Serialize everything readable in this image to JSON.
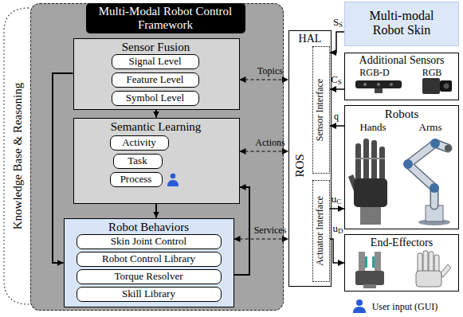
{
  "diagram": {
    "nodes": [
      {
        "text": [
          "Multi-Modal Robot Control Framework"
        ]
      },
      {
        "text": [
          "Sensor Fusion"
        ],
        "in": 0
      },
      {
        "text": [
          "Signal Level"
        ],
        "in": 1
      },
      {
        "text": [
          "Feature Level"
        ],
        "in": 1
      },
      {
        "text": [
          "Symbol Level"
        ],
        "in": 1
      },
      {
        "text": [
          "Semantic Learning"
        ],
        "in": 0
      },
      {
        "text": [
          "Activity"
        ],
        "in": 5
      },
      {
        "text": [
          "Task"
        ],
        "in": 5
      },
      {
        "text": [
          "Process"
        ],
        "in": 5
      },
      {
        "text": [
          "Robot Behaviors"
        ],
        "in": 0
      },
      {
        "text": [
          "Skin Joint Control"
        ],
        "in": 9
      },
      {
        "text": [
          "Robot Control Library"
        ],
        "in": 9
      },
      {
        "text": [
          "Torque Resolver"
        ],
        "in": 9
      },
      {
        "text": [
          "Skill Library"
        ],
        "in": 9
      },
      {
        "text": [
          "HAL",
          "ROS"
        ]
      },
      {
        "text": [
          "Sensor Interface"
        ],
        "in": 14
      },
      {
        "text": [
          "Actuator Interface"
        ],
        "in": 14
      },
      {
        "text": [
          "Multi-modal Robot Skin"
        ]
      },
      {
        "text": [
          "Additional Sensors",
          "RGB-D",
          "RGB"
        ]
      },
      {
        "text": [
          "Robots",
          "Hands",
          "Arms"
        ]
      },
      {
        "text": [
          "End-Effectors"
        ]
      }
    ],
    "edges": [
      {
        "from": 1,
        "to": 5,
        "arrow": "to"
      },
      {
        "from": 5,
        "to": 9,
        "arrow": "to"
      },
      {
        "from": 1,
        "to": 9,
        "arrow": "to"
      },
      {
        "from": 9,
        "to": 5,
        "arrow": "to"
      },
      {
        "from": 1,
        "to": 14,
        "arrow": "both",
        "label": "Topics"
      },
      {
        "from": 5,
        "to": 14,
        "arrow": "both",
        "label": "Actions"
      },
      {
        "from": 9,
        "to": 14,
        "arrow": "both",
        "label": "Services"
      },
      {
        "from": 17,
        "to": 15,
        "arrow": "to",
        "label": "SS"
      },
      {
        "from": 18,
        "to": 15,
        "arrow": "to",
        "label": "CS"
      },
      {
        "from": 19,
        "to": 15,
        "arrow": "to",
        "label": "q"
      },
      {
        "from": 16,
        "to": 19,
        "arrow": "to",
        "label": "uC"
      },
      {
        "from": 16,
        "to": 20,
        "arrow": "to",
        "label": "uD"
      }
    ],
    "labels": [
      "Knowledge Base & Reasoning",
      "User input (GUI)"
    ]
  }
}
